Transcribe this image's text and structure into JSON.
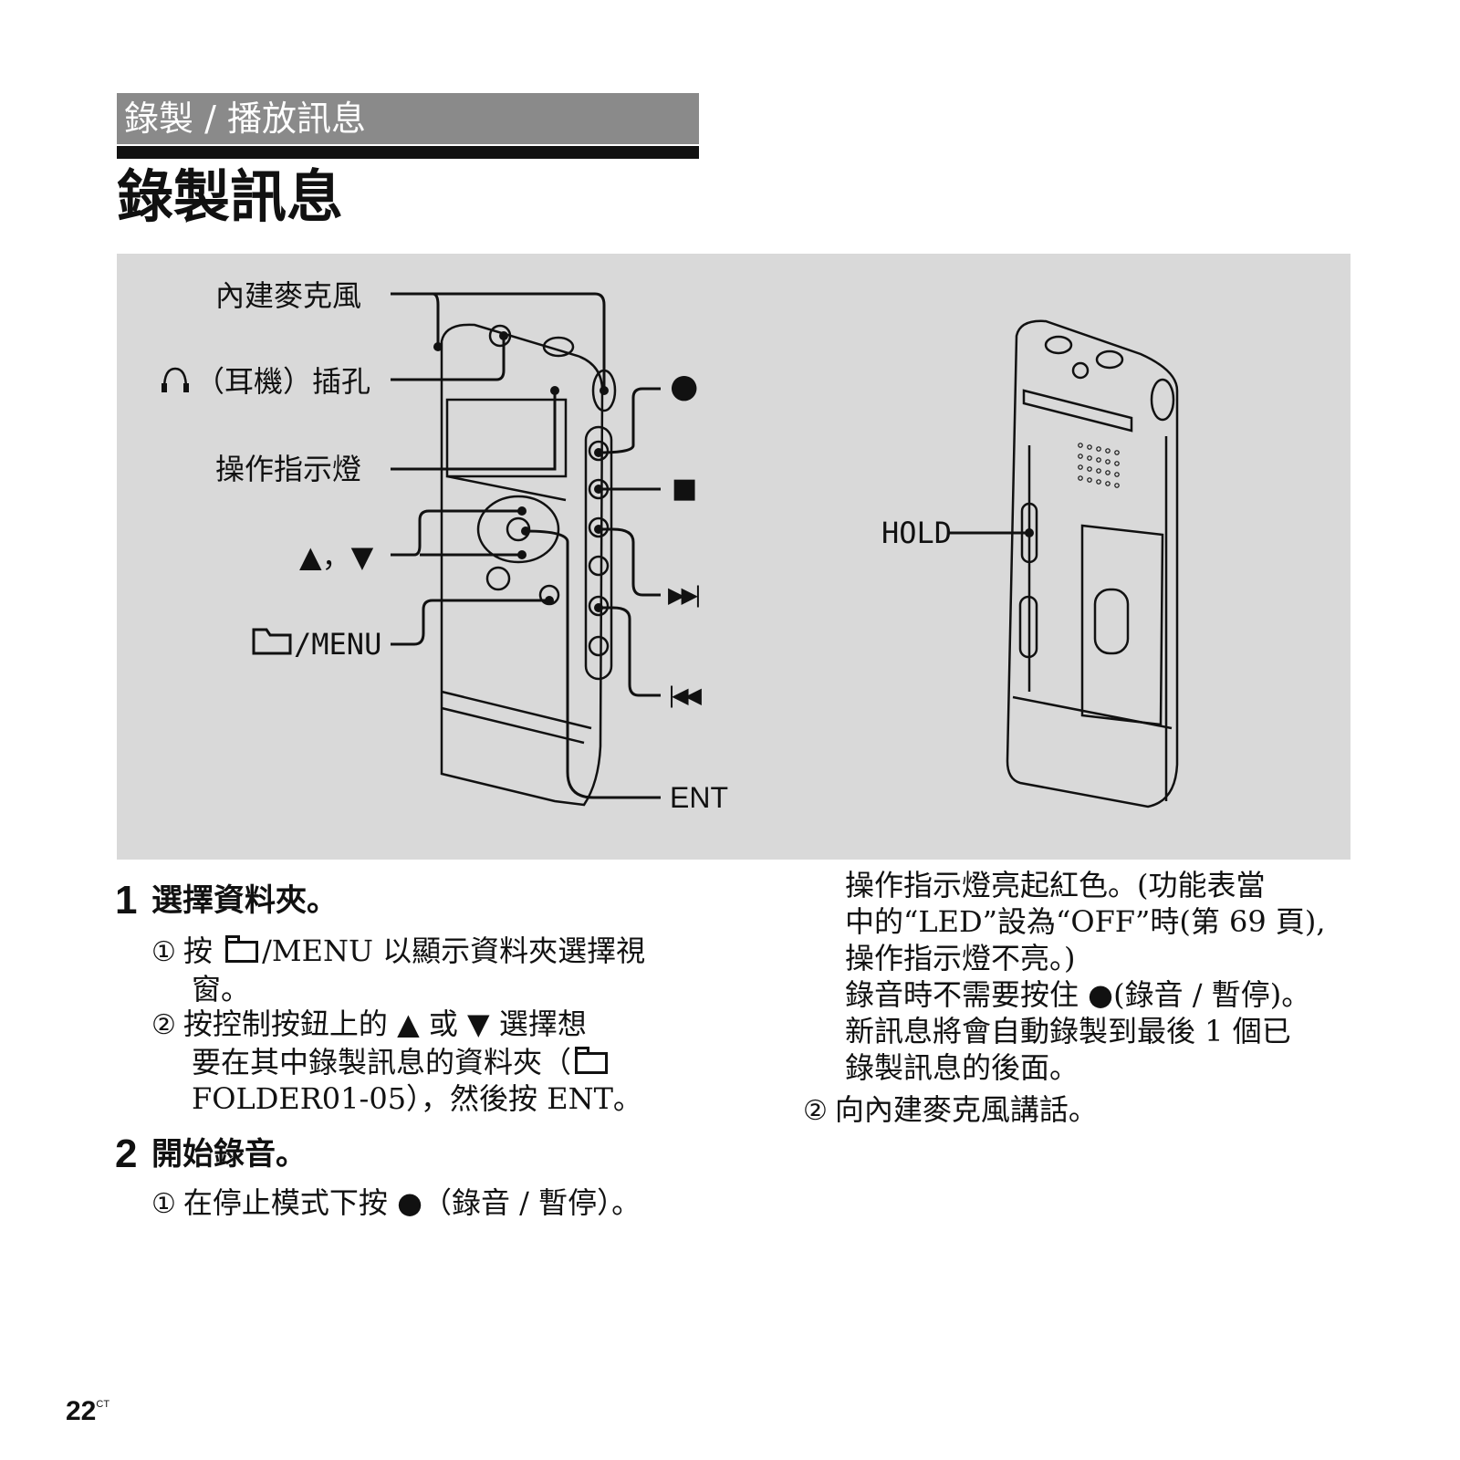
{
  "header": {
    "section": "錄製 / 播放訊息",
    "title": "錄製訊息"
  },
  "figure": {
    "labels": {
      "mic": "內建麥克風",
      "headphone": "（耳機）插孔",
      "indicator": "操作指示燈",
      "updown": "▲，▼",
      "menu": "/MENU",
      "record": "●",
      "stop": "■",
      "ffwd": "▶▶|",
      "rewind": "|◀◀",
      "ent": "ENT",
      "hold": "HOLD"
    }
  },
  "step1": {
    "num": "1",
    "title": "選擇資料夾。",
    "sub1": {
      "marker": "①",
      "line1_a": "按",
      "line1_b": "/MENU 以顯示資料夾選擇視",
      "line2": "窗。"
    },
    "sub2": {
      "marker": "②",
      "line1": "按控制按鈕上的 ▲ 或 ▼ 選擇想",
      "line2": "要在其中錄製訊息的資料夾（",
      "line3": "FOLDER01-05），然後按 ENT。"
    }
  },
  "step2": {
    "num": "2",
    "title": "開始錄音。",
    "sub1": {
      "marker": "①",
      "text": "在停止模式下按 ●（錄音 / 暫停）。"
    },
    "continued": [
      "操作指示燈亮起紅色。(功能表當",
      "中的“LED”設為“OFF”時(第 69 頁),",
      "操作指示燈不亮。)",
      "錄音時不需要按住 ●(錄音 / 暫停)。",
      "新訊息將會自動錄製到最後 1 個已",
      "錄製訊息的後面。"
    ],
    "sub2": {
      "marker": "②",
      "text": "向內建麥克風講話。"
    }
  },
  "footer": {
    "page": "22",
    "suffix": "CT"
  }
}
